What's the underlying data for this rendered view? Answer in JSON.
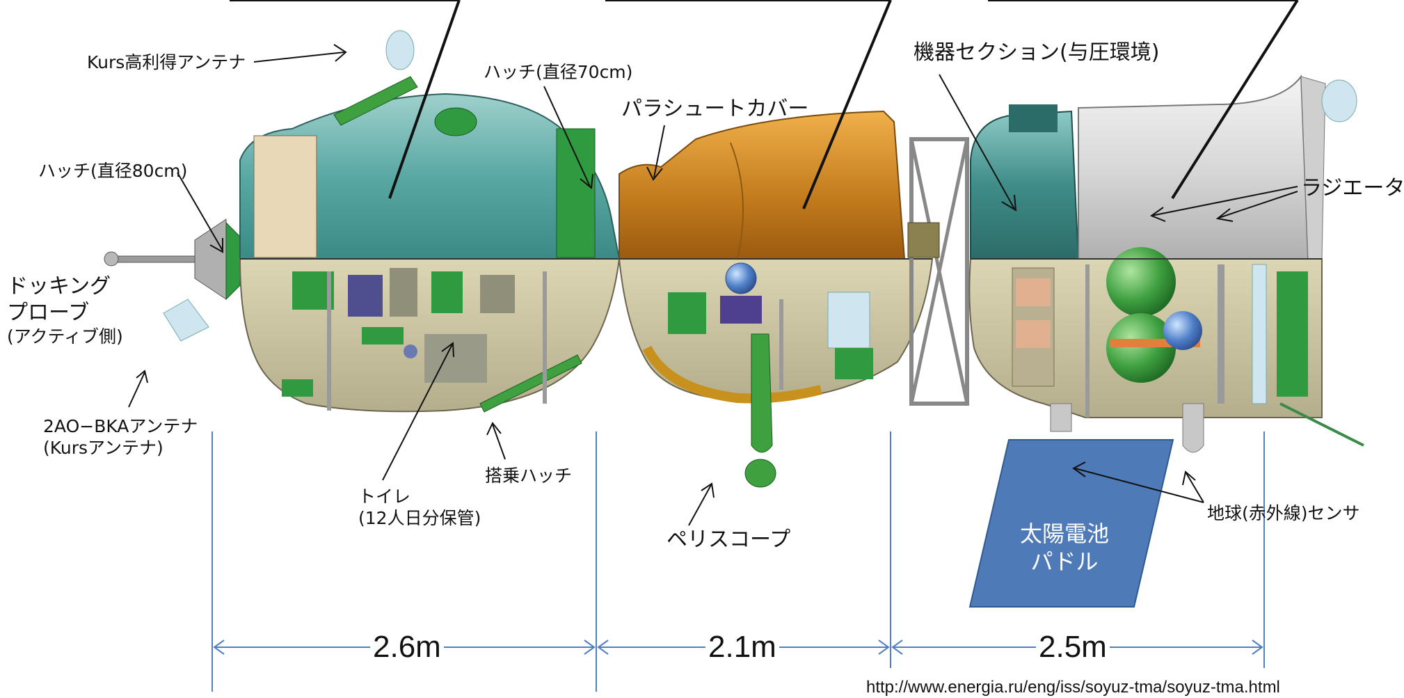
{
  "labels": {
    "kurs_high_gain": "Kurs高利得アンテナ",
    "hatch_80": "ハッチ(直径80cm)",
    "hatch_70": "ハッチ(直径70cm)",
    "parachute_cover": "パラシュートカバー",
    "equipment_section": "機器セクション(与圧環境)",
    "radiator": "ラジエータ",
    "docking_probe": [
      "ドッキング",
      "プローブ",
      "(アクティブ側)"
    ],
    "antenna_2ao": [
      "2AO−BKAアンテナ",
      "(Kursアンテナ)"
    ],
    "toilet": [
      "トイレ",
      "(12人日分保管)"
    ],
    "boarding_hatch": "搭乗ハッチ",
    "periscope": "ペリスコープ",
    "earth_sensor": "地球(赤外線)センサ",
    "solar_panel": [
      "太陽電池",
      "パドル"
    ]
  },
  "dimensions": [
    "2.6m",
    "2.1m",
    "2.5m"
  ],
  "source_url": "http://www.energia.ru/eng/iss/soyuz-tma/soyuz-tma.html",
  "colors": {
    "orbital_module": "#4f9e9b",
    "descent_module": "#c27a1c",
    "service_module": "#3f8c88",
    "interior": "#c8c2a0",
    "green_equipment": "#2f9a3f",
    "dimension_line": "#4f7fc0",
    "solar_panel": "#4f7ab8"
  }
}
